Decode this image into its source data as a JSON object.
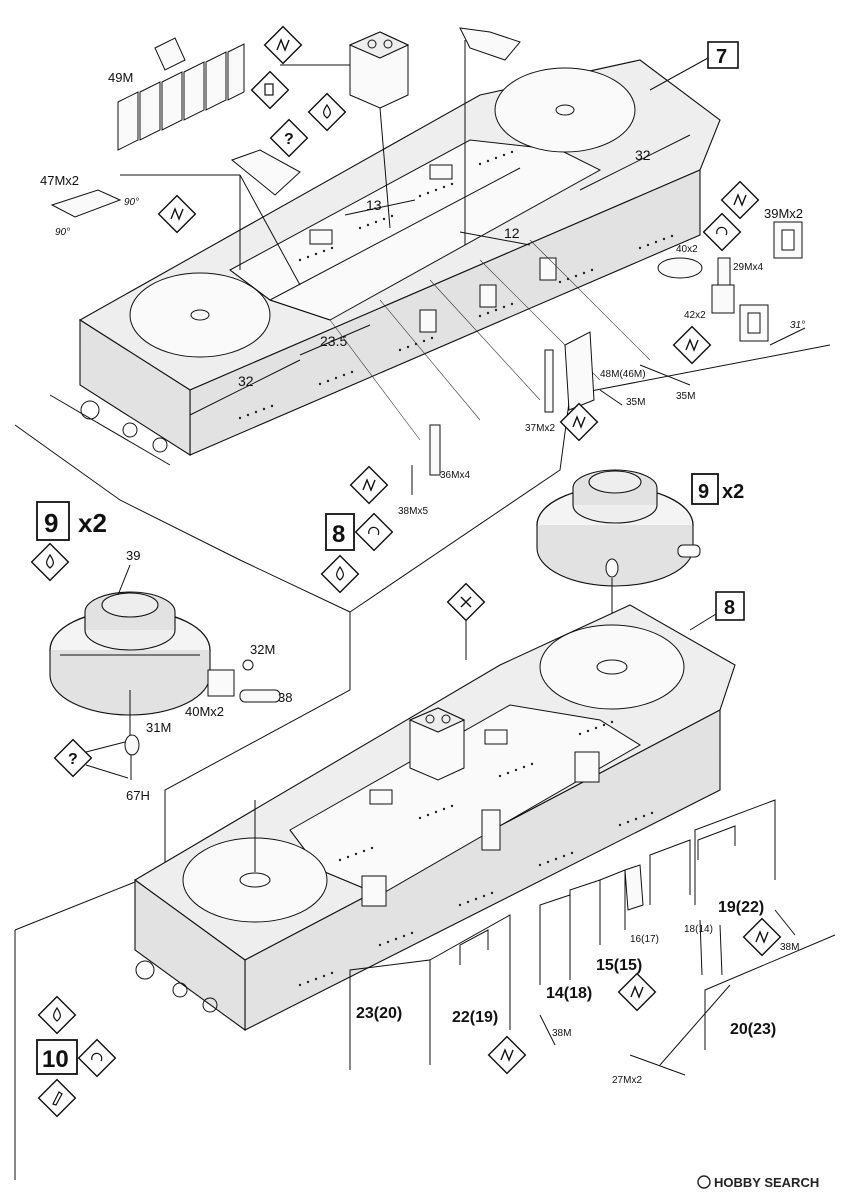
{
  "step_labels": {
    "step7": "7",
    "step8_top": "8",
    "step8_main": "8",
    "step9_left": "9",
    "step9_left_mult": "x2",
    "step9_right": "9",
    "step9_right_mult": "x2",
    "step10": "10"
  },
  "part_labels": {
    "p49M": "49M",
    "p47Mx2": "47Mx2",
    "p39Mx2": "39Mx2",
    "p40x2": "40x2",
    "p29Mx4": "29Mx4",
    "p42x2": "42x2",
    "p48M": "48M(46M)",
    "p35M_a": "35M",
    "p35M_b": "35M",
    "p37Mx2": "37Mx2",
    "p36Mx4": "36Mx4",
    "p38Mx5": "38Mx5",
    "p39": "39",
    "p32M": "32M",
    "p40Mx2": "40Mx2",
    "p38": "38",
    "p31M": "31M",
    "p67H": "67H",
    "p38M_a": "38M",
    "p38M_b": "38M",
    "p27Mx2": "27Mx2",
    "p16": "16(17)",
    "p18": "18(14)",
    "p19": "19(22)",
    "p15": "15(15)",
    "p14": "14(18)",
    "p23": "23(20)",
    "p22": "22(19)",
    "p20": "20(23)"
  },
  "dimensions": {
    "d32_top": "32",
    "d13": "13",
    "d12": "12",
    "d23_5": "23.5",
    "d32_bottom": "32",
    "a90_a": "90°",
    "a90_b": "90°",
    "a31": "31°"
  },
  "watermark": {
    "brand": "HOBBY SEARCH"
  }
}
